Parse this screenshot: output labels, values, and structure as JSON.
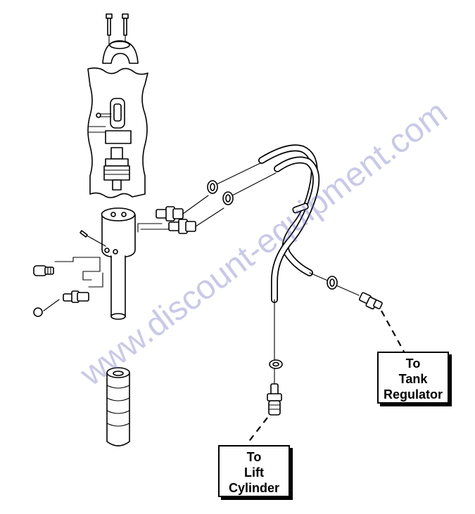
{
  "labels": {
    "tank_regulator": [
      "To",
      "Tank",
      "Regulator"
    ],
    "lift_cylinder": [
      "To",
      "Lift",
      "Cylinder"
    ]
  },
  "watermark": "www.discount-equipment.com",
  "colors": {
    "line": "#000000",
    "watermark": "#5a5ab8"
  }
}
